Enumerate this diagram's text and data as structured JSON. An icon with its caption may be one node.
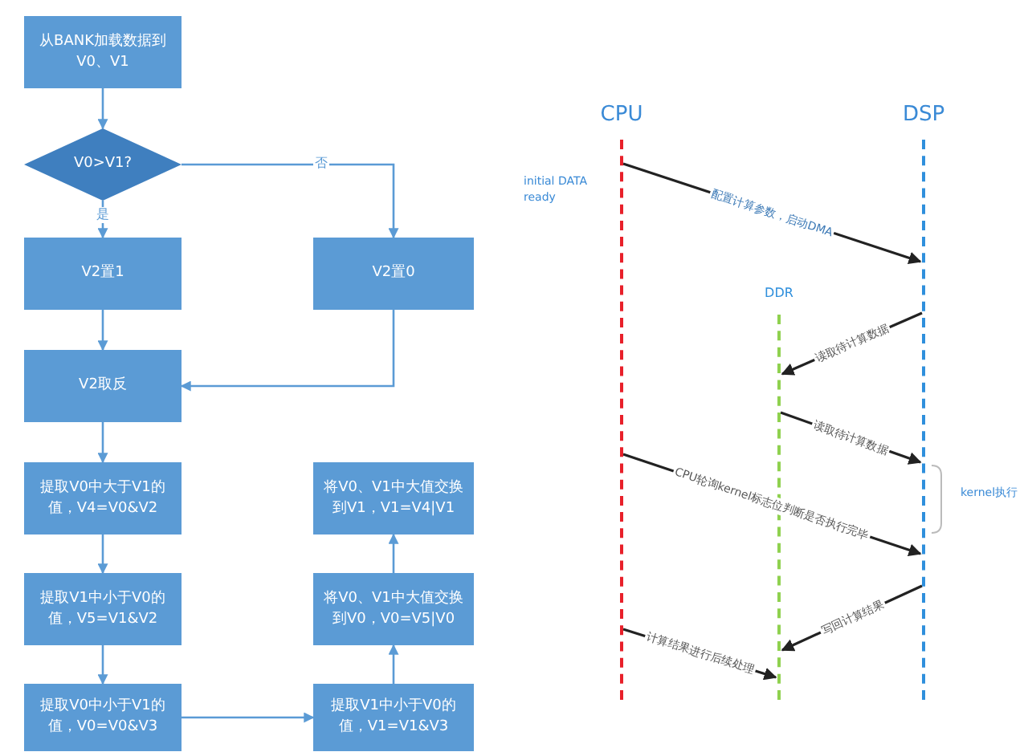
{
  "diagram": {
    "nodes": [
      {
        "text": [
          "从BANK加载数据到 V0、V1"
        ]
      },
      {
        "text": [
          "V0>V1?"
        ]
      },
      {
        "text": [
          "V2置1"
        ]
      },
      {
        "text": [
          "V2置0"
        ]
      },
      {
        "text": [
          "V2取反"
        ]
      },
      {
        "text": [
          "提取V0中大于V1的值，V4=V0&V2"
        ]
      },
      {
        "text": [
          "提取V1中小于V0的值，V5=V1&V2"
        ]
      },
      {
        "text": [
          "提取V0中小于V1的值，V0=V0&V3"
        ]
      },
      {
        "text": [
          "提取V1中小于V0的值，V1=V1&V3"
        ]
      },
      {
        "text": [
          "将V0、V1中大值交换到V0，V0=V5|V0"
        ]
      },
      {
        "text": [
          "将V0、V1中大值交换到V1，V1=V4|V1"
        ]
      },
      {
        "text": [
          "CPU"
        ]
      },
      {
        "text": [
          "DSP"
        ]
      },
      {
        "text": [
          "DDR"
        ]
      }
    ],
    "edges": [
      {
        "from": 0,
        "to": 1,
        "arrow": "to"
      },
      {
        "from": 1,
        "to": 2,
        "arrow": "to",
        "label": "是"
      },
      {
        "from": 1,
        "to": 3,
        "arrow": "to",
        "label": "否"
      },
      {
        "from": 2,
        "to": 4,
        "arrow": "to"
      },
      {
        "from": 3,
        "to": 4,
        "arrow": "to"
      },
      {
        "from": 4,
        "to": 5,
        "arrow": "to"
      },
      {
        "from": 5,
        "to": 6,
        "arrow": "to"
      },
      {
        "from": 6,
        "to": 7,
        "arrow": "to"
      },
      {
        "from": 7,
        "to": 8,
        "arrow": "to"
      },
      {
        "from": 8,
        "to": 9,
        "arrow": "to"
      },
      {
        "from": 9,
        "to": 10,
        "arrow": "to"
      },
      {
        "from": 11,
        "to": 12,
        "arrow": "to",
        "label": "配置计算参数，启动DMA",
        "color": "#222222"
      },
      {
        "from": 12,
        "to": 13,
        "arrow": "to",
        "label": "读取待计算数据",
        "color": "#222222"
      },
      {
        "from": 13,
        "to": 12,
        "arrow": "to",
        "label": "读取待计算数据",
        "color": "#222222"
      },
      {
        "from": 11,
        "to": 12,
        "arrow": "to",
        "label": "CPU轮询kernel标志位判断是否执行完毕",
        "color": "#222222"
      },
      {
        "from": 12,
        "to": 13,
        "arrow": "to",
        "label": "写回计算结果",
        "color": "#222222"
      },
      {
        "from": 11,
        "to": 13,
        "arrow": "to",
        "label": "计算结果进行后续处理",
        "color": "#222222"
      }
    ],
    "labels": [
      "initial DATA ready",
      "kernel执行"
    ]
  }
}
